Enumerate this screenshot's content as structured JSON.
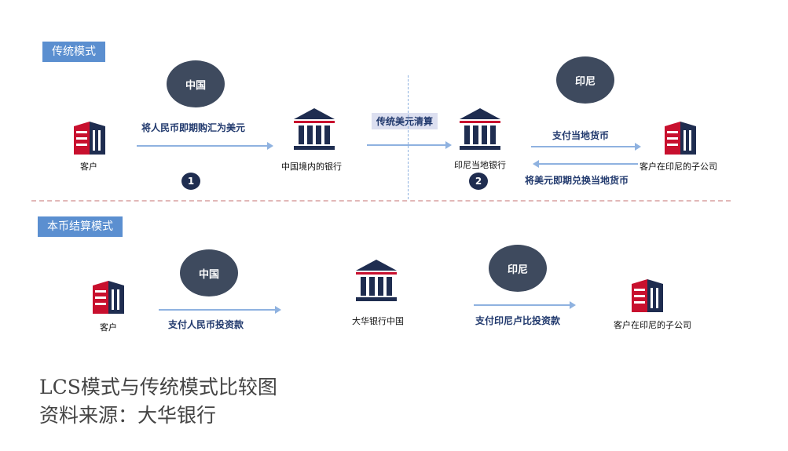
{
  "traditional": {
    "tag": "传统模式",
    "region_china": "中国",
    "region_indonesia": "印尼",
    "customer": "客户",
    "china_bank": "中国境内的银行",
    "indonesia_bank": "印尼当地银行",
    "subsidiary": "客户在印尼的子公司",
    "flow_fx_forward": "将人民币即期购汇为美元",
    "flow_usd_clearing": "传统美元清算",
    "flow_pay_local": "支付当地货币",
    "flow_usd_convert": "将美元即期兑换当地货币",
    "step1": "1",
    "step2": "2"
  },
  "lcs": {
    "tag": "本币结算模式",
    "region_china": "中国",
    "region_indonesia": "印尼",
    "customer": "客户",
    "bank": "大华银行中国",
    "subsidiary": "客户在印尼的子公司",
    "flow_pay_rmb": "支付人民币投资款",
    "flow_pay_idr": "支付印尼卢比投资款"
  },
  "caption": {
    "title": "LCS模式与传统模式比较图",
    "source": "资料来源：大华银行"
  },
  "colors": {
    "navy": "#1f2d50",
    "accent_red": "#c8102e",
    "tag_blue": "#5b8fd0",
    "arrow_blue": "#8fb2e0",
    "bubble_gray": "#3e4a5e"
  },
  "icons": {
    "company": "building-icon",
    "bank": "bank-icon"
  }
}
